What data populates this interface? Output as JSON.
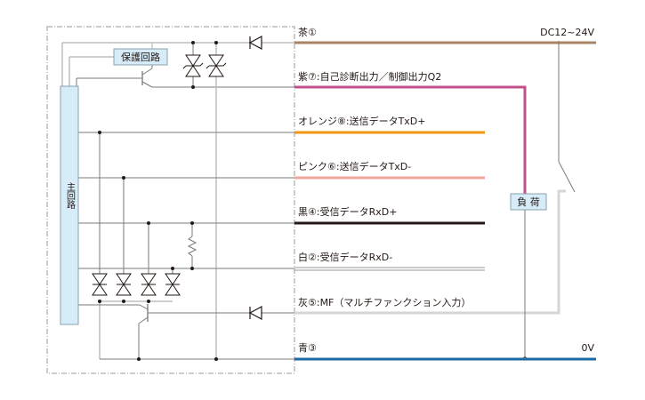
{
  "diagram": {
    "type": "sensor-io-wiring-circuit",
    "supply_label": "DC12~24V",
    "ground_label": "0V",
    "blocks": {
      "protection_circuit": "保護回路",
      "main_circuit": "主回路",
      "load": "負 荷"
    },
    "wires": [
      {
        "id": "brown",
        "label": "茶①",
        "color": "#a78465"
      },
      {
        "id": "purple",
        "label": "紫⑦:自己診断出力／制御出力Q2",
        "color": "#c0518a"
      },
      {
        "id": "orange",
        "label": "オレンジ⑧:送信データTxD+",
        "color": "#f0960f"
      },
      {
        "id": "pink",
        "label": "ピンク⑥:送信データTxD-",
        "color": "#f2a5a0"
      },
      {
        "id": "black",
        "label": "黒④:受信データRxD+",
        "color": "#231815"
      },
      {
        "id": "white",
        "label": "白②:受信データRxD-",
        "color": "#9a9a9a"
      },
      {
        "id": "gray",
        "label": "灰⑤:MF（マルチファンクション入力）",
        "color": "#d6d6d6"
      },
      {
        "id": "blue",
        "label": "青③",
        "color": "#1a6aa3"
      }
    ],
    "colors": {
      "internal_wire": "#7a7a7a",
      "bus_wire": "#bdbdbd",
      "block_fill": "#d6ecf8",
      "block_stroke": "#8aa0ad",
      "boundary": "#9a9a9a"
    }
  }
}
